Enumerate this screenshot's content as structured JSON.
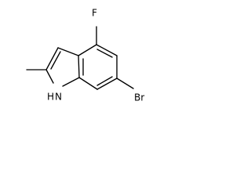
{
  "atoms": {
    "fluorine": "F",
    "bromine": "Br",
    "nitrogen_h": "H",
    "nitrogen": "N"
  }
}
